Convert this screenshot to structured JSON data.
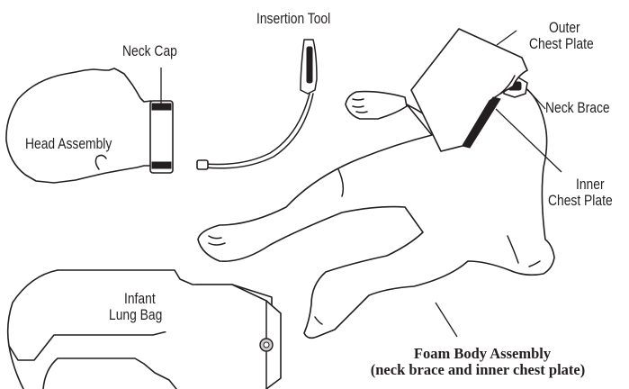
{
  "labels": {
    "insertion_tool": "Insertion Tool",
    "neck_cap": "Neck Cap",
    "head_assembly": "Head Assembly",
    "outer_chest_plate_line1": "Outer",
    "outer_chest_plate_line2": "Chest Plate",
    "neck_brace": "Neck Brace",
    "inner_chest_plate_line1": "Inner",
    "inner_chest_plate_line2": "Chest Plate",
    "infant_lung_bag_line1": "Infant",
    "infant_lung_bag_line2": "Lung Bag",
    "foam_body_line1": "Foam Body Assembly",
    "foam_body_line2": "(neck brace and inner chest plate)"
  },
  "colors": {
    "ink": "#231f20",
    "background": "#ffffff",
    "valve_fill": "#cfcfcf"
  }
}
